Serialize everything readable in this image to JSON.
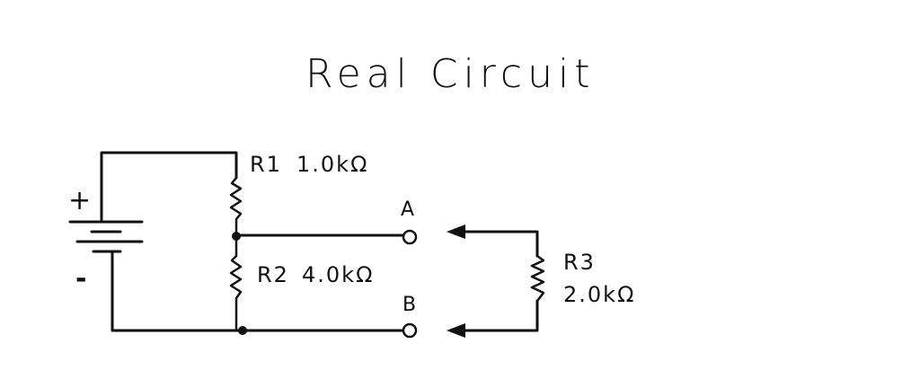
{
  "title": "Real   Circuit",
  "battery": {
    "plus_label": "+",
    "minus_label": "-"
  },
  "resistors": {
    "r1": {
      "name": "R1",
      "value": "1.0kΩ"
    },
    "r2": {
      "name": "R2",
      "value": "4.0kΩ"
    },
    "r3": {
      "name": "R3",
      "value": "2.0kΩ"
    }
  },
  "terminals": {
    "a": "A",
    "b": "B"
  }
}
